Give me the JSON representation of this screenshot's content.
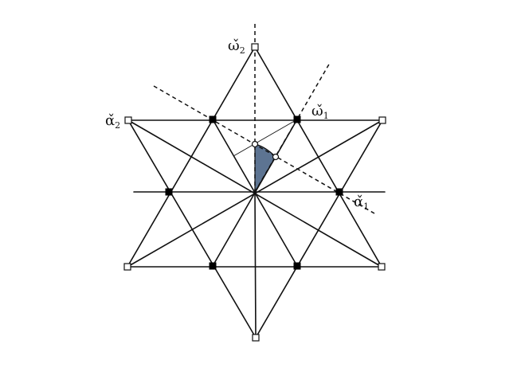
{
  "labels": {
    "omega2": {
      "letter": "ω̌",
      "sub": "2"
    },
    "omega1": {
      "letter": "ω̌",
      "sub": "1"
    },
    "alpha2": {
      "letter": "α̌",
      "sub": "2"
    },
    "alpha1": {
      "letter": "α̌",
      "sub": "1"
    }
  },
  "colors": {
    "ink": "#111111",
    "chamber_fill": "#5d7492",
    "background": "#ffffff"
  }
}
